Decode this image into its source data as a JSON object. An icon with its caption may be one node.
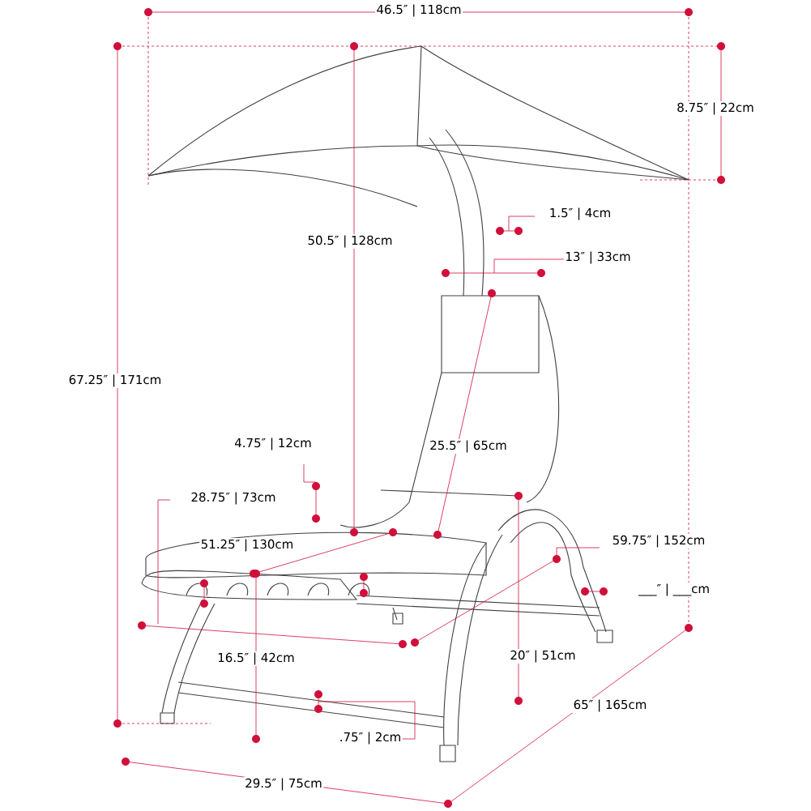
{
  "diagram": {
    "labels": [
      "46.5″ | 118cm",
      "8.75″ | 22cm",
      "1.5″ | 4cm",
      "50.5″ | 128cm",
      "13″ | 33cm",
      "67.25″ | 171cm",
      "25.5″ | 65cm",
      "4.75″ | 12cm",
      "28.75″ | 73cm",
      "51.25″ | 130cm",
      "59.75″ | 152cm",
      "___″ | ___cm",
      "16.5″ | 42cm",
      "20″ | 51cm",
      "65″ | 165cm",
      ".75″ | 2cm",
      "29.5″ | 75cm"
    ]
  }
}
